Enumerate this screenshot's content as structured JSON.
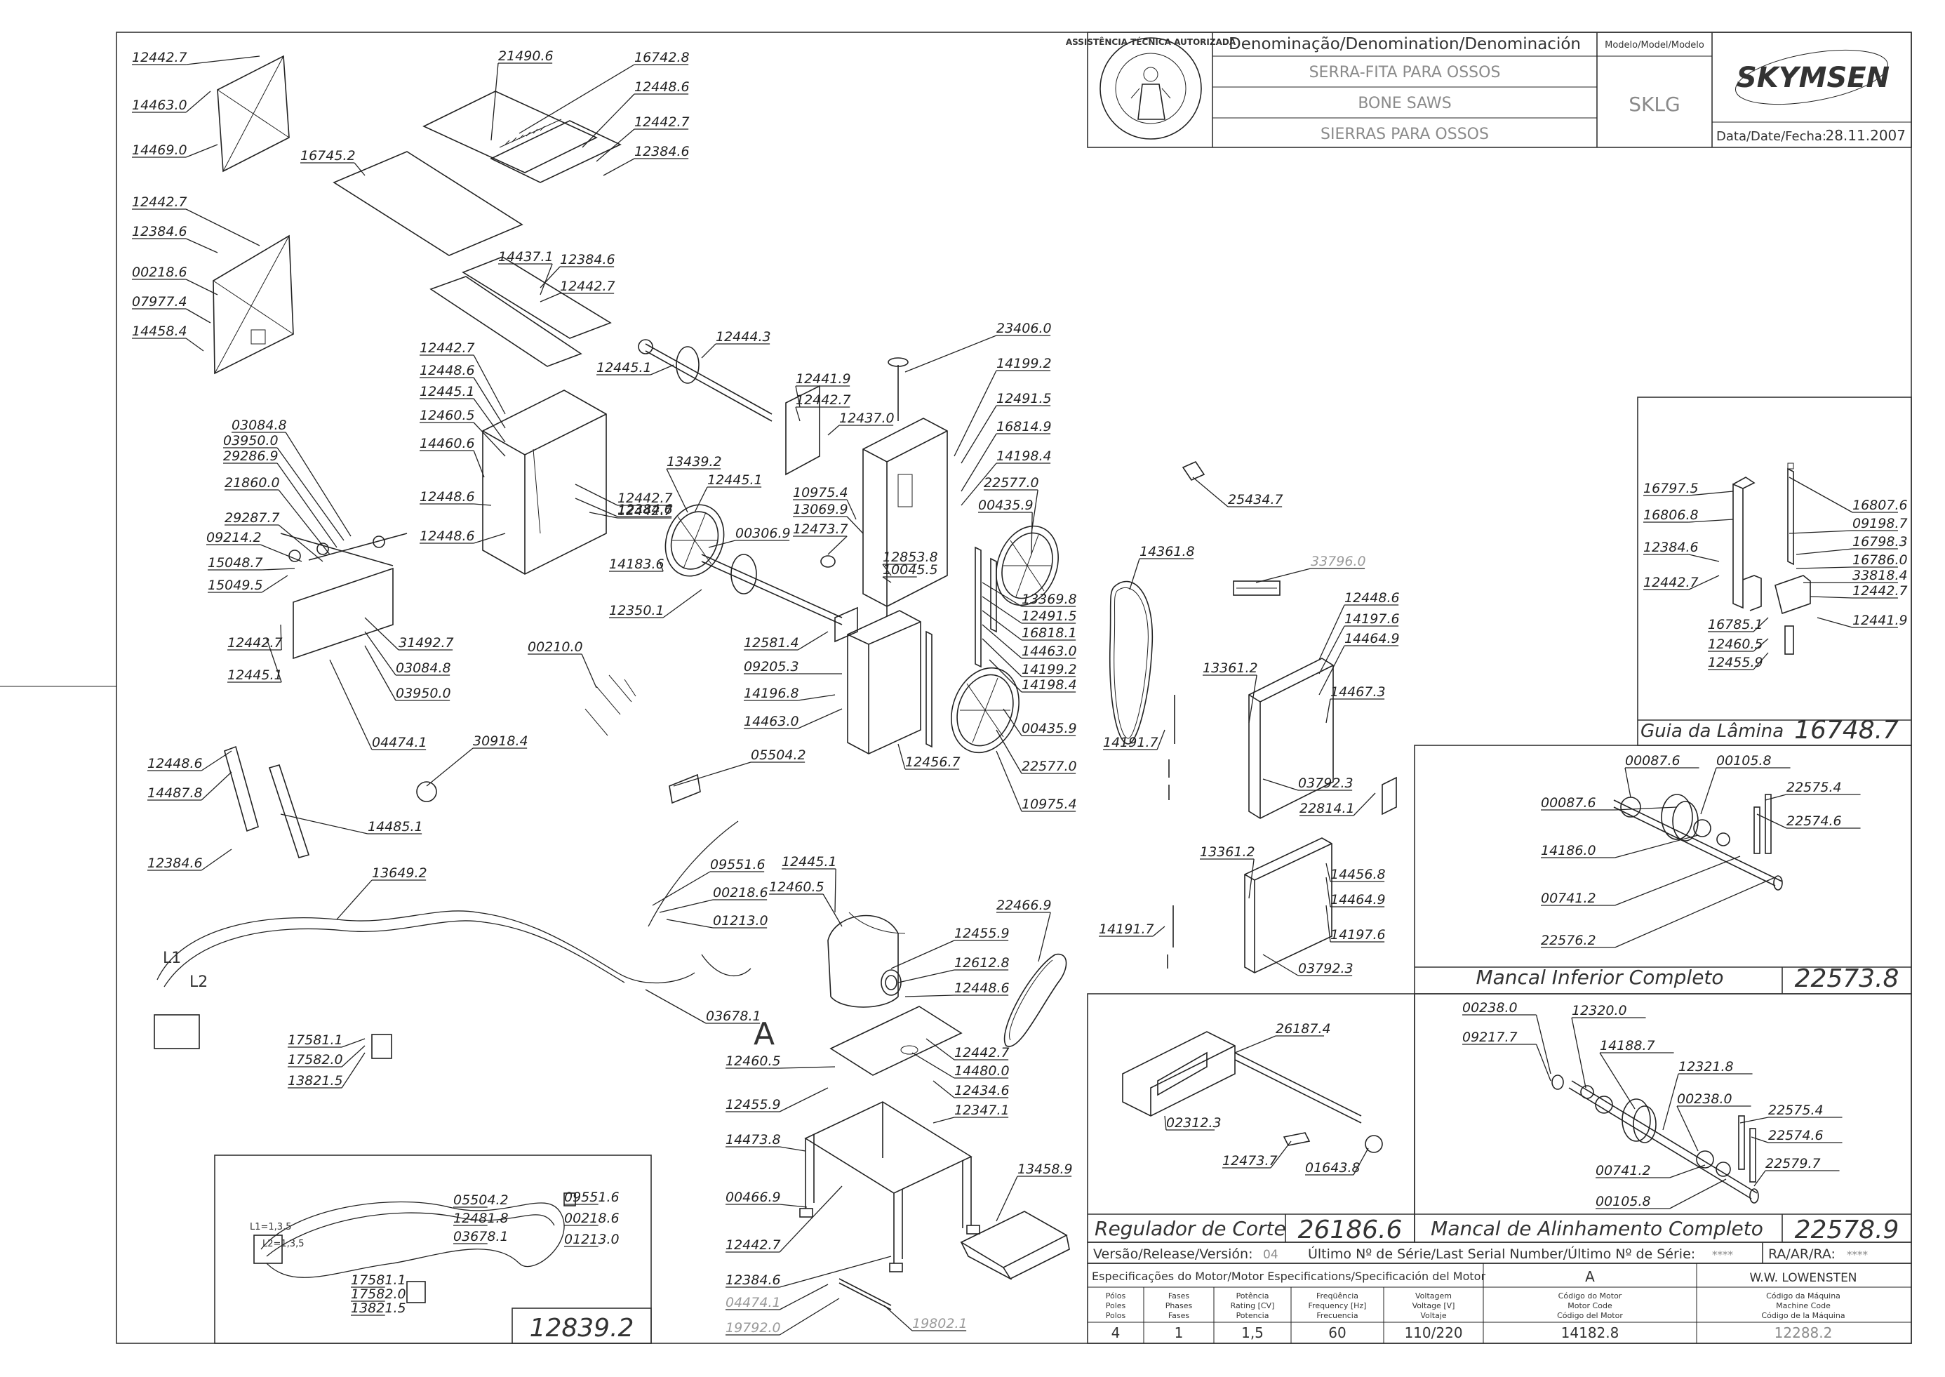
{
  "title_block": {
    "denomination_header": "Denominação/Denomination/Denominación",
    "name_pt": "SERRA-FITA PARA OSSOS",
    "name_en": "BONE SAWS",
    "name_es": "SIERRAS PARA OSSOS",
    "model_header": "Modelo/Model/Modelo",
    "model": "SKLG",
    "brand": "SKYMSEN",
    "date_label": "Data/Date/Fecha:",
    "date": "28.11.2007",
    "seal_text": "ASSISTÊNCIA TÉCNICA AUTORIZADA"
  },
  "sections": {
    "guia": {
      "title": "Guia da Lâmina",
      "code": "16748.7"
    },
    "mancal_inferior": {
      "title": "Mancal Inferior Completo",
      "code": "22573.8"
    },
    "regulador": {
      "title": "Regulador de Corte",
      "code": "26186.6"
    },
    "mancal_alinhamento": {
      "title": "Mancal de Alinhamento Completo",
      "code": "22578.9"
    },
    "wiring_inset": {
      "code": "12839.2"
    }
  },
  "release": {
    "version_label": "Versão/Release/Versión:",
    "version": "04",
    "serial_label": "Último Nº de Série/Last Serial Number/Último Nº de Série:",
    "serial": "****",
    "ra_label": "RA/AR/RA:",
    "ra": "****"
  },
  "motor_specs": {
    "header": "Especificações do Motor/Motor Especifications/Specificación del Motor",
    "col_a": "A",
    "manufacturer": "W.W. LOWENSTEN",
    "columns": [
      {
        "l1": "Pólos",
        "l2": "Poles",
        "l3": "Polos",
        "value": "4"
      },
      {
        "l1": "Fases",
        "l2": "Phases",
        "l3": "Fases",
        "value": "1"
      },
      {
        "l1": "Potência",
        "l2": "Rating [CV]",
        "l3": "Potencia",
        "value": "1,5"
      },
      {
        "l1": "Freqüência",
        "l2": "Frequency [Hz]",
        "l3": "Frecuencia",
        "value": "60"
      },
      {
        "l1": "Voltagem",
        "l2": "Voltage [V]",
        "l3": "Voltaje",
        "value": "110/220"
      },
      {
        "l1": "Código do Motor",
        "l2": "Motor Code",
        "l3": "Código del Motor",
        "value": "14182.8"
      },
      {
        "l1": "Código da Máquina",
        "l2": "Machine Code",
        "l3": "Código de la Máquina",
        "value": "12288.2"
      }
    ]
  },
  "callouts": {
    "main": [
      "12442.7",
      "14463.0",
      "14469.0",
      "21490.6",
      "16742.8",
      "12448.6",
      "12442.7",
      "12384.6",
      "16745.2",
      "12442.7",
      "12384.6",
      "00218.6",
      "07977.4",
      "14458.4",
      "14437.1",
      "12384.6",
      "12442.7",
      "12444.3",
      "12445.1",
      "23406.0",
      "12441.9",
      "12442.7",
      "12437.0",
      "14199.2",
      "12491.5",
      "16814.9",
      "14198.4",
      "12442.7",
      "12448.6",
      "12445.1",
      "12460.5",
      "14460.6",
      "12448.6",
      "12442.7",
      "12384.6",
      "12448.6",
      "12442.7",
      "03084.8",
      "03950.0",
      "29286.9",
      "21860.0",
      "29287.7",
      "09214.2",
      "15048.7",
      "15049.5",
      "12442.7",
      "12445.1",
      "31492.7",
      "03084.8",
      "03950.0",
      "04474.1",
      "13439.2",
      "12445.1",
      "00306.9",
      "14183.6",
      "12350.1",
      "10975.4",
      "13069.9",
      "12473.7",
      "22577.0",
      "00435.9",
      "12853.8",
      "10045.5",
      "13369.8",
      "12491.5",
      "16818.1",
      "14463.0",
      "14199.2",
      "14198.4",
      "12581.4",
      "09205.3",
      "14196.8",
      "14463.0",
      "12456.7",
      "00435.9",
      "22577.0",
      "10975.4",
      "00210.0",
      "30918.4",
      "12448.6",
      "14487.8",
      "14485.1",
      "12384.6",
      "05504.2",
      "25434.7",
      "14361.8",
      "33796.0",
      "12448.6",
      "14197.6",
      "14464.9",
      "13361.2",
      "14467.3",
      "14191.7",
      "03792.3",
      "22814.1",
      "13361.2",
      "14456.8",
      "14464.9",
      "14197.6",
      "14191.7",
      "03792.3",
      "13649.2",
      "09551.6",
      "00218.6",
      "01213.0",
      "03678.1",
      "17581.1",
      "17582.0",
      "13821.5",
      "12445.1",
      "12460.5",
      "12455.9",
      "12612.8",
      "12448.6",
      "22466.9",
      "12442.7",
      "14480.0",
      "12460.5",
      "12434.6",
      "12455.9",
      "12347.1",
      "14473.8",
      "00466.9",
      "12442.7",
      "12384.6",
      "13458.9",
      "04474.1",
      "19792.0",
      "19802.1"
    ],
    "wire_labels": [
      "L1",
      "L2"
    ],
    "inset": [
      "05504.2",
      "12481.8",
      "03678.1",
      "09551.6",
      "00218.6",
      "01213.0",
      "17581.1",
      "17582.0",
      "13821.5"
    ],
    "inset_wire_labels": [
      "L1=1,3,5",
      "L2=1,3,5"
    ],
    "guia": [
      "16797.5",
      "16806.8",
      "12384.6",
      "12442.7",
      "16807.6",
      "09198.7",
      "16798.3",
      "16786.0",
      "33818.4",
      "12442.7",
      "12441.9",
      "16785.1",
      "12460.5",
      "12455.9"
    ],
    "mancal_inferior": [
      "00087.6",
      "00105.8",
      "22575.4",
      "22574.6",
      "00087.6",
      "14186.0",
      "00741.2",
      "22576.2"
    ],
    "regulador": [
      "26187.4",
      "02312.3",
      "12473.7",
      "01643.8"
    ],
    "mancal_alinhamento": [
      "00238.0",
      "12320.0",
      "09217.7",
      "14188.7",
      "12321.8",
      "00238.0",
      "22575.4",
      "22574.6",
      "00741.2",
      "22579.7",
      "00105.8"
    ],
    "motor_mark": "A"
  }
}
